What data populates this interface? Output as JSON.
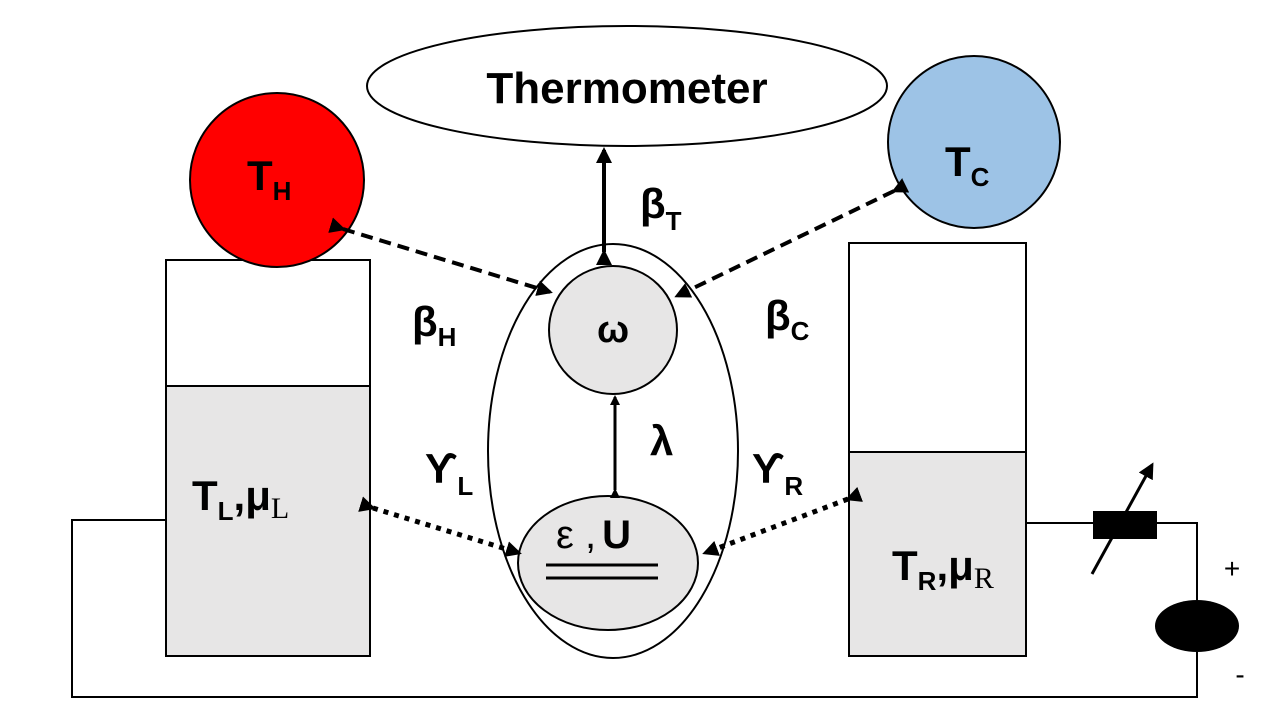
{
  "thermometer": {
    "label": "Thermometer"
  },
  "hot_bath": {
    "symbol": "T",
    "subscript": "H",
    "color": "#ff0000"
  },
  "cold_bath": {
    "symbol": "T",
    "subscript": "C",
    "color": "#9dc3e6"
  },
  "oscillator": {
    "symbol": "ω",
    "color": "#e7e6e6"
  },
  "dot": {
    "label_eps": "ε",
    "label_sep": " ,",
    "label_u": "U",
    "color": "#e7e6e6"
  },
  "left_lead": {
    "t_symbol": "T",
    "t_sub": "L",
    "mu_sep": ",",
    "mu_symbol": "μ",
    "mu_sub": "L",
    "fill_color": "#e7e6e6"
  },
  "right_lead": {
    "t_symbol": "T",
    "t_sub": "R",
    "mu_sep": ",",
    "mu_symbol": "μ",
    "mu_sub": "R",
    "fill_color": "#e7e6e6"
  },
  "couplings": {
    "beta_t": {
      "symbol": "β",
      "sub": "T"
    },
    "beta_h": {
      "symbol": "β",
      "sub": "H"
    },
    "beta_c": {
      "symbol": "β",
      "sub": "C"
    },
    "lambda": {
      "symbol": "λ"
    },
    "gamma_l": {
      "symbol": "ϒ",
      "sub": "L"
    },
    "gamma_r": {
      "symbol": "ϒ",
      "sub": "R"
    }
  },
  "battery": {
    "plus": "+",
    "minus": "-"
  }
}
